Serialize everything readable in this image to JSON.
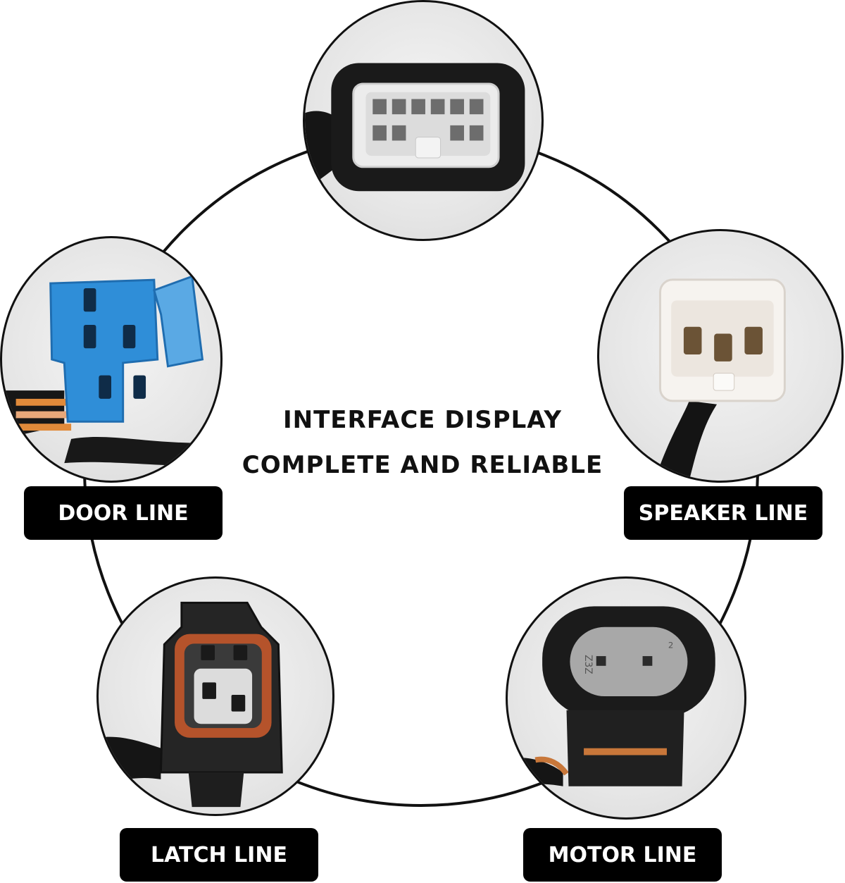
{
  "headline": {
    "line1": "INTERFACE DISPLAY",
    "line2": "COMPLETE AND RELIABLE"
  },
  "labels": {
    "door": "DOOR LINE",
    "speaker": "SPEAKER LINE",
    "latch": "LATCH LINE",
    "motor": "MOTOR LINE"
  },
  "connector_markings": {
    "motor_left": "Z3Z",
    "motor_right": "2"
  },
  "colors": {
    "ring": "#111111",
    "label_bg": "#000000",
    "label_text": "#ffffff",
    "door_connector": "#2f8ed8",
    "latch_seal": "#b5532b",
    "motor_insert": "#a8a8a8"
  }
}
